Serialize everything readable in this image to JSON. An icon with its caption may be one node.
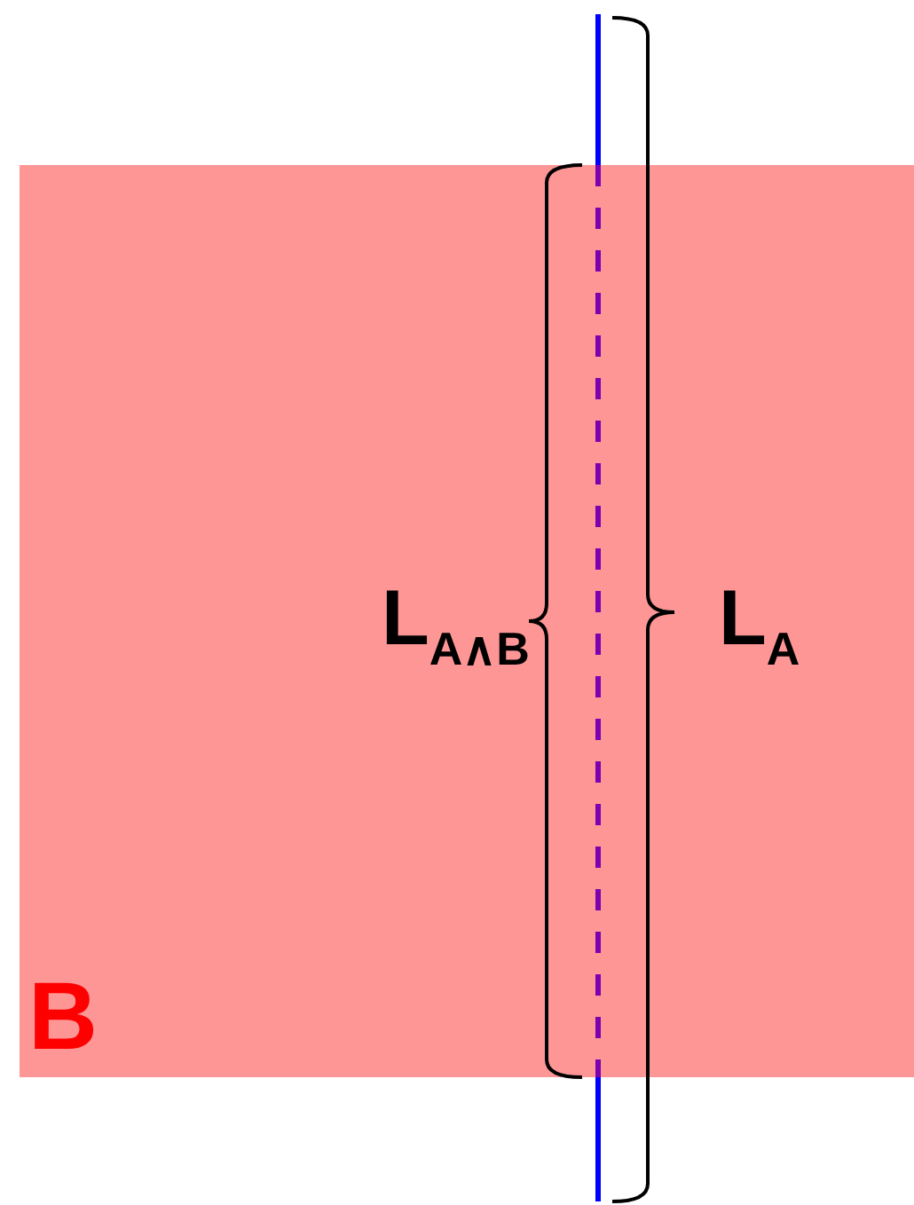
{
  "diagram": {
    "nodes": [
      {
        "text": [
          "B"
        ]
      }
    ],
    "labels": [
      "L$_{A∧B}$",
      "L$_{A}$"
    ]
  }
}
